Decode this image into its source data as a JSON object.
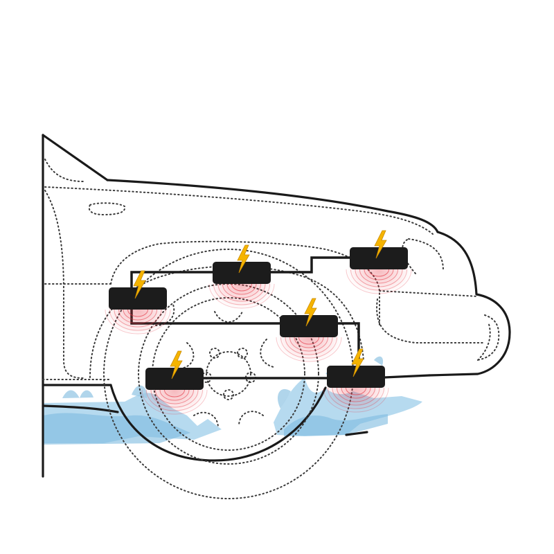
{
  "diagram": {
    "subject": "car-front-quarter",
    "colors": {
      "outline": "#1a1a1a",
      "dotted": "#3a3a3a",
      "module": "#1c1c1c",
      "wire": "#1a1a1a",
      "bolt": "#f5b400",
      "bolt_stroke": "#c98a00",
      "pulse": "#e63946",
      "water": "#9ccbe6",
      "water_dark": "#6fb0d8"
    },
    "icons": {
      "module": "ultrasonic-transducer-icon",
      "bolt": "lightning-bolt-icon",
      "pulse": "ultrasonic-wave-icon",
      "water": "water-splash-icon"
    },
    "modules": [
      {
        "id": "m1",
        "icon": "lightning-bolt-icon"
      },
      {
        "id": "m2",
        "icon": "lightning-bolt-icon"
      },
      {
        "id": "m3",
        "icon": "lightning-bolt-icon"
      },
      {
        "id": "m4",
        "icon": "lightning-bolt-icon"
      },
      {
        "id": "m5",
        "icon": "lightning-bolt-icon"
      },
      {
        "id": "m6",
        "icon": "lightning-bolt-icon"
      }
    ],
    "connections": [
      [
        "m1",
        "m2"
      ],
      [
        "m2",
        "m3"
      ],
      [
        "m1",
        "m4"
      ],
      [
        "m4",
        "m6"
      ],
      [
        "m5",
        "m6"
      ]
    ]
  }
}
